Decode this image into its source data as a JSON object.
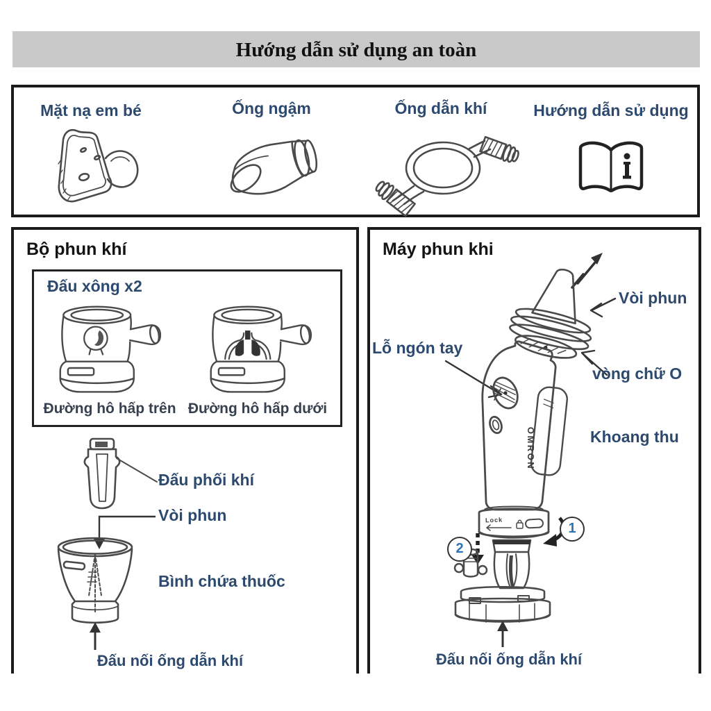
{
  "title": "Hướng dẫn sử dụng an toàn",
  "parts": {
    "items": [
      {
        "label": "Mặt nạ em bé",
        "icon": "baby-mask-icon"
      },
      {
        "label": "Ống ngậm",
        "icon": "mouthpiece-icon"
      },
      {
        "label": "Ống dẫn khí",
        "icon": "air-tube-icon"
      },
      {
        "label": "Hướng dẫn sử dụng",
        "icon": "instruction-manual-icon"
      }
    ]
  },
  "kit": {
    "title": "Bộ phun khí",
    "mesh_caps_title": "Đấu xông x2",
    "upper_airway": "Đường hô hấp trên",
    "lower_airway": "Đường hô hấp dưới",
    "air_distributor": "Đấu phối khí",
    "nozzle": "Vòi phun",
    "medicine_cup": "Bình chứa thuốc",
    "tube_connector": "Đấu nối ống dẫn khí"
  },
  "unit": {
    "title": "Máy phun khi",
    "nozzle": "Vòi phun",
    "o_ring": "vòng chữ O",
    "finger_hole": "Lỗ ngón tay",
    "chamber": "Khoang thu",
    "tube_connector": "Đấu nối ống dẫn khí",
    "brand": "OMRON",
    "lock_label": "Lock",
    "step_1": "1",
    "step_2": "2"
  },
  "colors": {
    "label_navy": "#2d4a6e",
    "airway_dark": "#36404e",
    "step_blue": "#2e74b5",
    "banner_gray": "#c9c9c9",
    "line_art": "#4a4a4a",
    "border_black": "#1b1b1b"
  }
}
